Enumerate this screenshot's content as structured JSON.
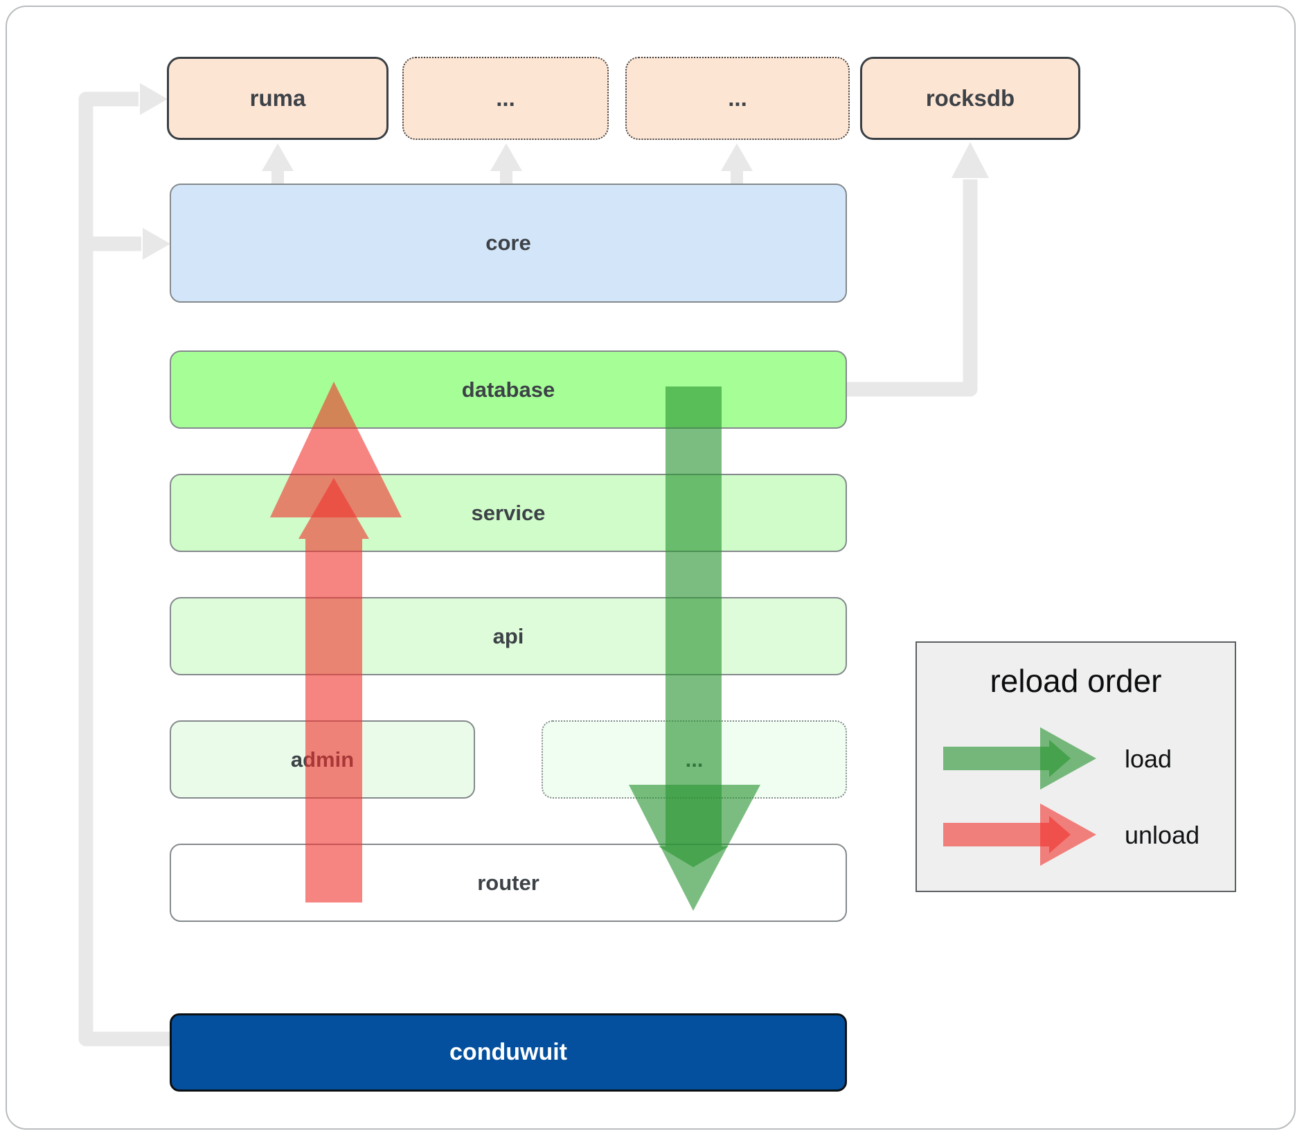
{
  "diagram": {
    "top_row": [
      {
        "label": "ruma",
        "border_style": "solid"
      },
      {
        "label": "...",
        "border_style": "dotted"
      },
      {
        "label": "...",
        "border_style": "dotted"
      },
      {
        "label": "rocksdb",
        "border_style": "solid"
      }
    ],
    "layers": [
      {
        "id": "core",
        "label": "core"
      },
      {
        "id": "database",
        "label": "database"
      },
      {
        "id": "service",
        "label": "service"
      },
      {
        "id": "api",
        "label": "api"
      }
    ],
    "modules_row": [
      {
        "label": "admin",
        "border_style": "solid"
      },
      {
        "label": "...",
        "border_style": "dotted"
      }
    ],
    "router_label": "router",
    "app_label": "conduwuit",
    "legend": {
      "title": "reload order",
      "items": [
        {
          "label": "load",
          "color": "#2a9432",
          "direction": "down"
        },
        {
          "label": "unload",
          "color": "#f0322d",
          "direction": "up"
        }
      ]
    },
    "colors": {
      "dependency_box_fill": "#fde5d4",
      "core_fill": "#d3e6f9",
      "database_fill": "#a6fe97",
      "service_fill": "#cffcc9",
      "api_fill": "#dffcda",
      "admin_fill": "#ebfbe9",
      "modules_more_fill": "#f0fdf1",
      "router_fill": "#ffffff",
      "app_fill": "#05509e",
      "connector_gray": "#e8e8e8",
      "load_arrow_green": "#2a9432",
      "unload_arrow_red": "#f0322d",
      "legend_bg": "#efefef",
      "label_color": "#3d4247"
    }
  }
}
